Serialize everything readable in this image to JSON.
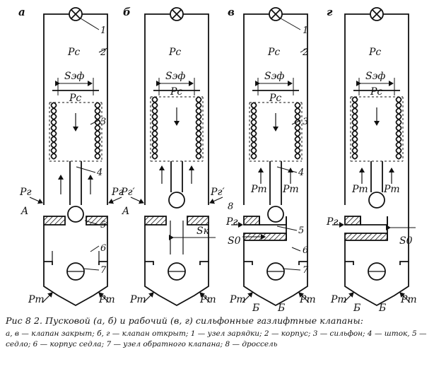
{
  "panels": [
    {
      "letter": "а",
      "chamber": "Pc",
      "effective_area": "Sэф",
      "bellows_pressure": "Pc",
      "inlet_left": "Pг",
      "inlet_right": "Pг",
      "seat_label": "A",
      "outlet_left": "Pт",
      "outlet_right": "Pт"
    },
    {
      "letter": "б",
      "chamber": "Pc",
      "effective_area": "Sэф",
      "bellows_pressure": "Pc",
      "inlet_left": "Pг′",
      "inlet_right": "Pг′",
      "seat_label": "A",
      "seat_area": "Sк",
      "outlet_left": "Pт",
      "outlet_right": "Pт"
    },
    {
      "letter": "в",
      "chamber": "Pc",
      "effective_area": "Sэф",
      "bellows_pressure": "Pc",
      "inlet_left": "Pг",
      "inner_left": "Pт",
      "inner_right": "Pт",
      "throttle_area": "S0",
      "outlet_left": "Pт",
      "outlet_right": "Pт",
      "bottom_left": "Б",
      "bottom_mid": "Б"
    },
    {
      "letter": "г",
      "chamber": "Pc",
      "effective_area": "Sэф",
      "bellows_pressure": "Pc",
      "inlet_left": "Pг",
      "inner_left": "Pт",
      "inner_right": "Pт",
      "throttle_area": "S0",
      "outlet_left": "Pт",
      "outlet_right": "Pт",
      "bottom_left": "Б",
      "bottom_mid": "Б"
    }
  ],
  "callouts": [
    "1",
    "2",
    "3",
    "4",
    "5",
    "6",
    "7",
    "8"
  ],
  "caption": {
    "title": "Рис 8 2. Пусковой (а, б) и рабочий (в, г) сильфонные газлифтные клапаны:",
    "legend": "а, в — клапан закрыт; б, г — клапан открыт; 1 — узел зарядки; 2 — корпус; 3 — сильфон; 4 — шток, 5 — седло; 6 — корпус седла; 7 — узел обратного клапана; 8 — дроссель"
  }
}
